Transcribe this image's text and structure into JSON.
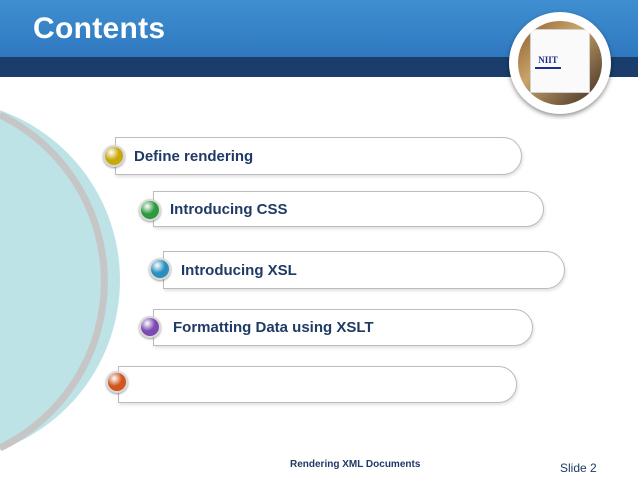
{
  "slide": {
    "title": "Contents",
    "logo_text": "NIIT",
    "footer": "Rendering XML Documents",
    "slide_number": "Slide 2"
  },
  "items": [
    {
      "label": "Define rendering",
      "bullet_color": "#c9a80a"
    },
    {
      "label": "Introducing CSS",
      "bullet_color": "#2e9a3e"
    },
    {
      "label": "Introducing XSL",
      "bullet_color": "#2a8fbf"
    },
    {
      "label": "Formatting Data using XSLT",
      "bullet_color": "#7a4bb0"
    },
    {
      "label": "",
      "bullet_color": "#d0561e"
    }
  ],
  "colors": {
    "header": "#3585c8",
    "stripe": "#1b3d6b",
    "text": "#1f3a66",
    "circle": "#bde3e6"
  }
}
